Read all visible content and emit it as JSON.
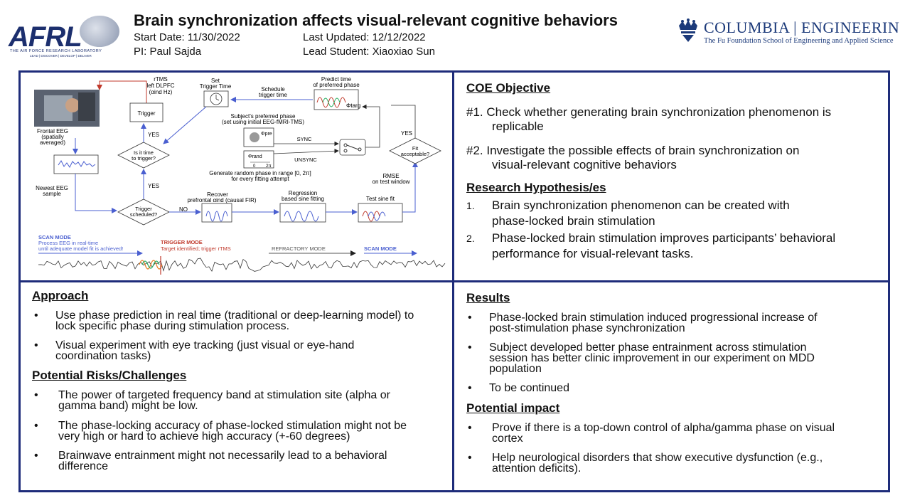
{
  "header": {
    "afrl_logo": {
      "name": "AFRL",
      "tagline": "THE AIR FORCE RESEARCH LABORATORY",
      "motto": "LEAD | DISCOVER | DEVELOP | DELIVER"
    },
    "title": "Brain synchronization affects visual-relevant cognitive behaviors",
    "start_date": "Start Date: 11/30/2022",
    "last_updated": "Last Updated: 12/12/2022",
    "pi": "PI: Paul Sajda",
    "lead_student": "Lead Student: Xiaoxiao Sun",
    "columbia_logo": {
      "name": "COLUMBIA | ENGINEERING",
      "school": "The Fu Foundation School of Engineering and Applied Science"
    }
  },
  "diagram": {
    "rtms": "rTMS",
    "left_dlpfc": "left DLPFC",
    "alpha_ind": "(αind Hz)",
    "set_trigger_time": [
      "Set",
      "Trigger Time"
    ],
    "schedule_trigger_time": [
      "Schedule",
      "trigger time"
    ],
    "predict_time": [
      "Predict time",
      "of preferred phase"
    ],
    "phi_targ": "Φtarg",
    "trigger": "Trigger",
    "yes": "YES",
    "no": "NO",
    "frontal_eeg": [
      "Frontal EEG",
      "(spatially",
      "averaged)"
    ],
    "subject_phase": [
      "Subject's preferred phase",
      "(set using initial EEG-fMRI-TMS)"
    ],
    "phi_pre": "Φpre",
    "sync": "SYNC",
    "unsync": "UNSYNC",
    "phi_rand": "Φrand",
    "zero": "0",
    "two_pi": "2π",
    "generate_random": [
      "Generate random phase in range [0, 2π]",
      "for every fitting attempt"
    ],
    "is_it_time": [
      "Is it time",
      "to trigger?"
    ],
    "newest_eeg": [
      "Newest EEG",
      "sample"
    ],
    "trigger_scheduled": [
      "Trigger",
      "scheduled?"
    ],
    "recover": [
      "Recover",
      "prefrontal αind (causal FIR)"
    ],
    "regression": [
      "Regression",
      "based sine fitting"
    ],
    "test_sine": "Test sine fit",
    "rmse": [
      "RMSE",
      "on test window"
    ],
    "fit_acceptable": [
      "Fit",
      "acceptable?"
    ],
    "scan_mode": "SCAN MODE",
    "scan_desc": [
      "Process EEG in real-time",
      "until adequate model fit is achieved!"
    ],
    "trigger_mode": "TRIGGER MODE",
    "trigger_desc": "Target identified; trigger rTMS",
    "refractory_mode": "REFRACTORY MODE",
    "scan_mode_2": "SCAN MODE"
  },
  "objective": {
    "heading": "COE Objective",
    "items": [
      [
        "#1. Check whether generating brain synchronization phenomenon is",
        "replicable"
      ],
      [
        "#2. Investigate the possible effects of brain synchronization on",
        "visual-relevant cognitive behaviors"
      ]
    ]
  },
  "hypothesis": {
    "heading": "Research Hypothesis/es",
    "items": [
      {
        "n": "1.",
        "lines": [
          "Brain synchronization phenomenon can be created with",
          "phase-locked brain stimulation"
        ]
      },
      {
        "n": "2.",
        "lines": [
          "Phase-locked brain stimulation improves participants’ behavioral",
          "performance for visual-relevant tasks."
        ]
      }
    ]
  },
  "approach": {
    "heading": "Approach",
    "items": [
      [
        "Use phase prediction in real time (traditional or deep-learning model) to",
        "lock specific phase during stimulation process."
      ],
      [
        "Visual experiment with eye tracking (just visual or eye-hand",
        "coordination tasks)"
      ]
    ]
  },
  "risks": {
    "heading": "Potential Risks/Challenges",
    "items": [
      [
        "The power of targeted frequency band at stimulation site (alpha or",
        "gamma band) might be low."
      ],
      [
        "The phase-locking accuracy of phase-locked stimulation might not be",
        "very high or hard to achieve high accuracy (+-60 degrees)"
      ],
      [
        "Brainwave entrainment might not necessarily lead to a behavioral",
        "difference"
      ]
    ]
  },
  "results": {
    "heading": "Results",
    "items": [
      [
        "Phase-locked brain stimulation induced progressional increase of",
        "post-stimulation phase synchronization"
      ],
      [
        "Subject developed better phase entrainment across stimulation",
        "session has better clinic improvement in our experiment on MDD",
        "population"
      ],
      [
        "To be continued"
      ]
    ]
  },
  "impact": {
    "heading": "Potential impact",
    "items": [
      [
        "Prove if there is a top-down control of alpha/gamma phase on visual",
        "cortex"
      ],
      [
        "Help neurological disorders that show executive dysfunction (e.g.,",
        "attention deficits)."
      ]
    ]
  },
  "colors": {
    "frame": "#1e2c7a",
    "afrl": "#1c2f6e",
    "columbia": "#1c3a7a",
    "scan": "#4a5fd0",
    "trigger": "#c0392b"
  },
  "bullet_symbol": "•"
}
